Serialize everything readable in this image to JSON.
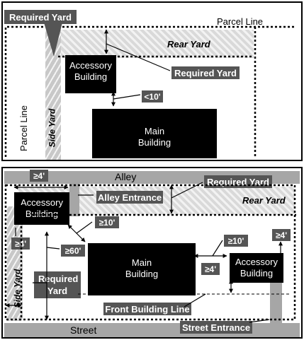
{
  "top_panel": {
    "parcel_line_top": "Parcel Line",
    "parcel_line_side": "Parcel Line",
    "rear_yard": "Rear Yard",
    "side_yard": "Side Yard",
    "required_yard_corner": "Required Yard",
    "required_yard": "Required Yard",
    "accessory_building": "Accessory Building",
    "main_building": "Main Building",
    "distance_lt10": "<10'"
  },
  "bottom_panel": {
    "alley": "Alley",
    "street": "Street",
    "rear_yard": "Rear Yard",
    "side_yard": "Side Yard",
    "accessory_left": "Accessory Building",
    "accessory_right": "Accessory Building",
    "main_building": "Main Building",
    "required_yard_top": "Required Yard",
    "required_yard_mid": "Required Yard",
    "alley_entrance": "Alley Entrance",
    "street_entrance": "Street Entrance",
    "front_building_line": "Front Building Line",
    "ge4_top": "≥4'",
    "ge4_left": "≥4'",
    "ge4_right_top": "≥4'",
    "ge4_right_mid": "≥4'",
    "ge10_left": "≥10'",
    "ge10_right": "≥10'",
    "ge60": "≥60'"
  },
  "colors": {
    "building": "#000000",
    "tag": "#555555",
    "road": "#a6a6a6",
    "yard": "#d9d9d9"
  }
}
